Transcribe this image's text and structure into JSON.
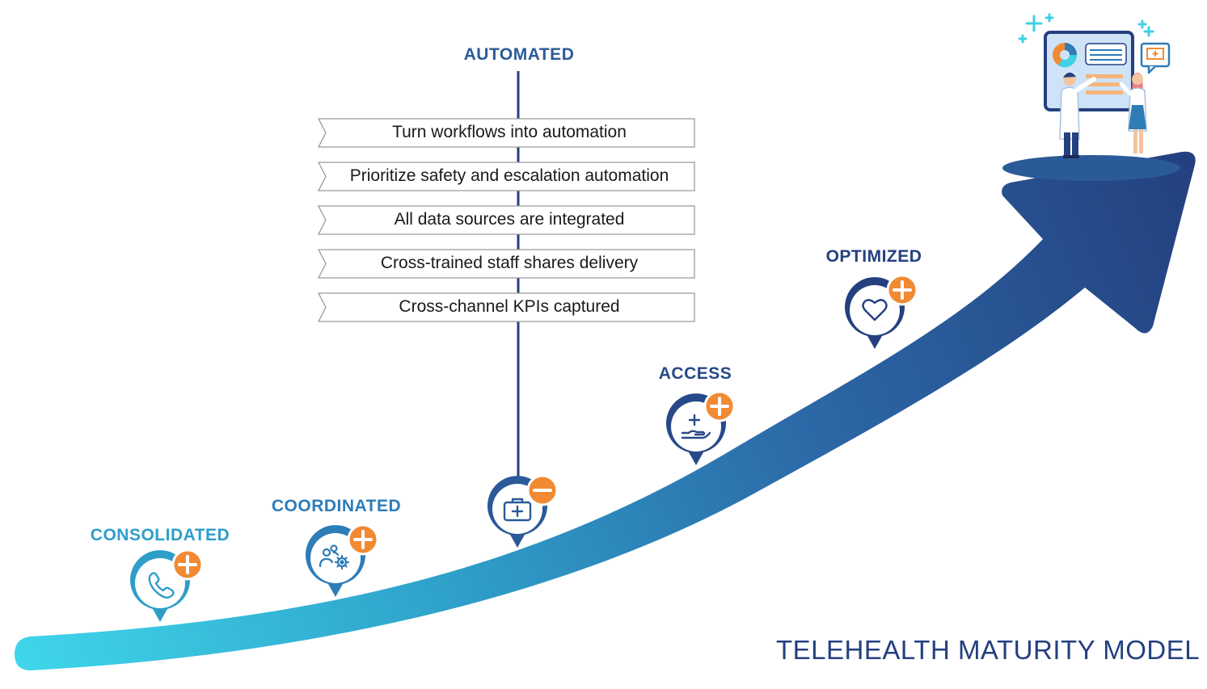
{
  "title": "TELEHEALTH MATURITY MODEL",
  "colors": {
    "navy": "#24407f",
    "teal": "#2e9ec9",
    "cyan": "#3fd0e6",
    "orange": "#f28a33"
  },
  "stages": [
    {
      "label": "CONSOLIDATED",
      "icon": "phone-icon",
      "badge": "plus-badge-icon"
    },
    {
      "label": "COORDINATED",
      "icon": "team-gear-icon",
      "badge": "plus-badge-icon"
    },
    {
      "label": "AUTOMATED",
      "icon": "medical-kit-icon",
      "badge": "minus-badge-icon"
    },
    {
      "label": "ACCESS",
      "icon": "hand-plus-icon",
      "badge": "plus-badge-icon"
    },
    {
      "label": "OPTIMIZED",
      "icon": "heart-icon",
      "badge": "plus-badge-icon"
    }
  ],
  "automated_steps": [
    "Turn workflows into automation",
    "Prioritize safety and escalation automation",
    "All data sources are integrated",
    "Cross-trained staff shares delivery",
    "Cross-channel KPIs captured"
  ],
  "illustration": "doctors-dashboard-illustration"
}
